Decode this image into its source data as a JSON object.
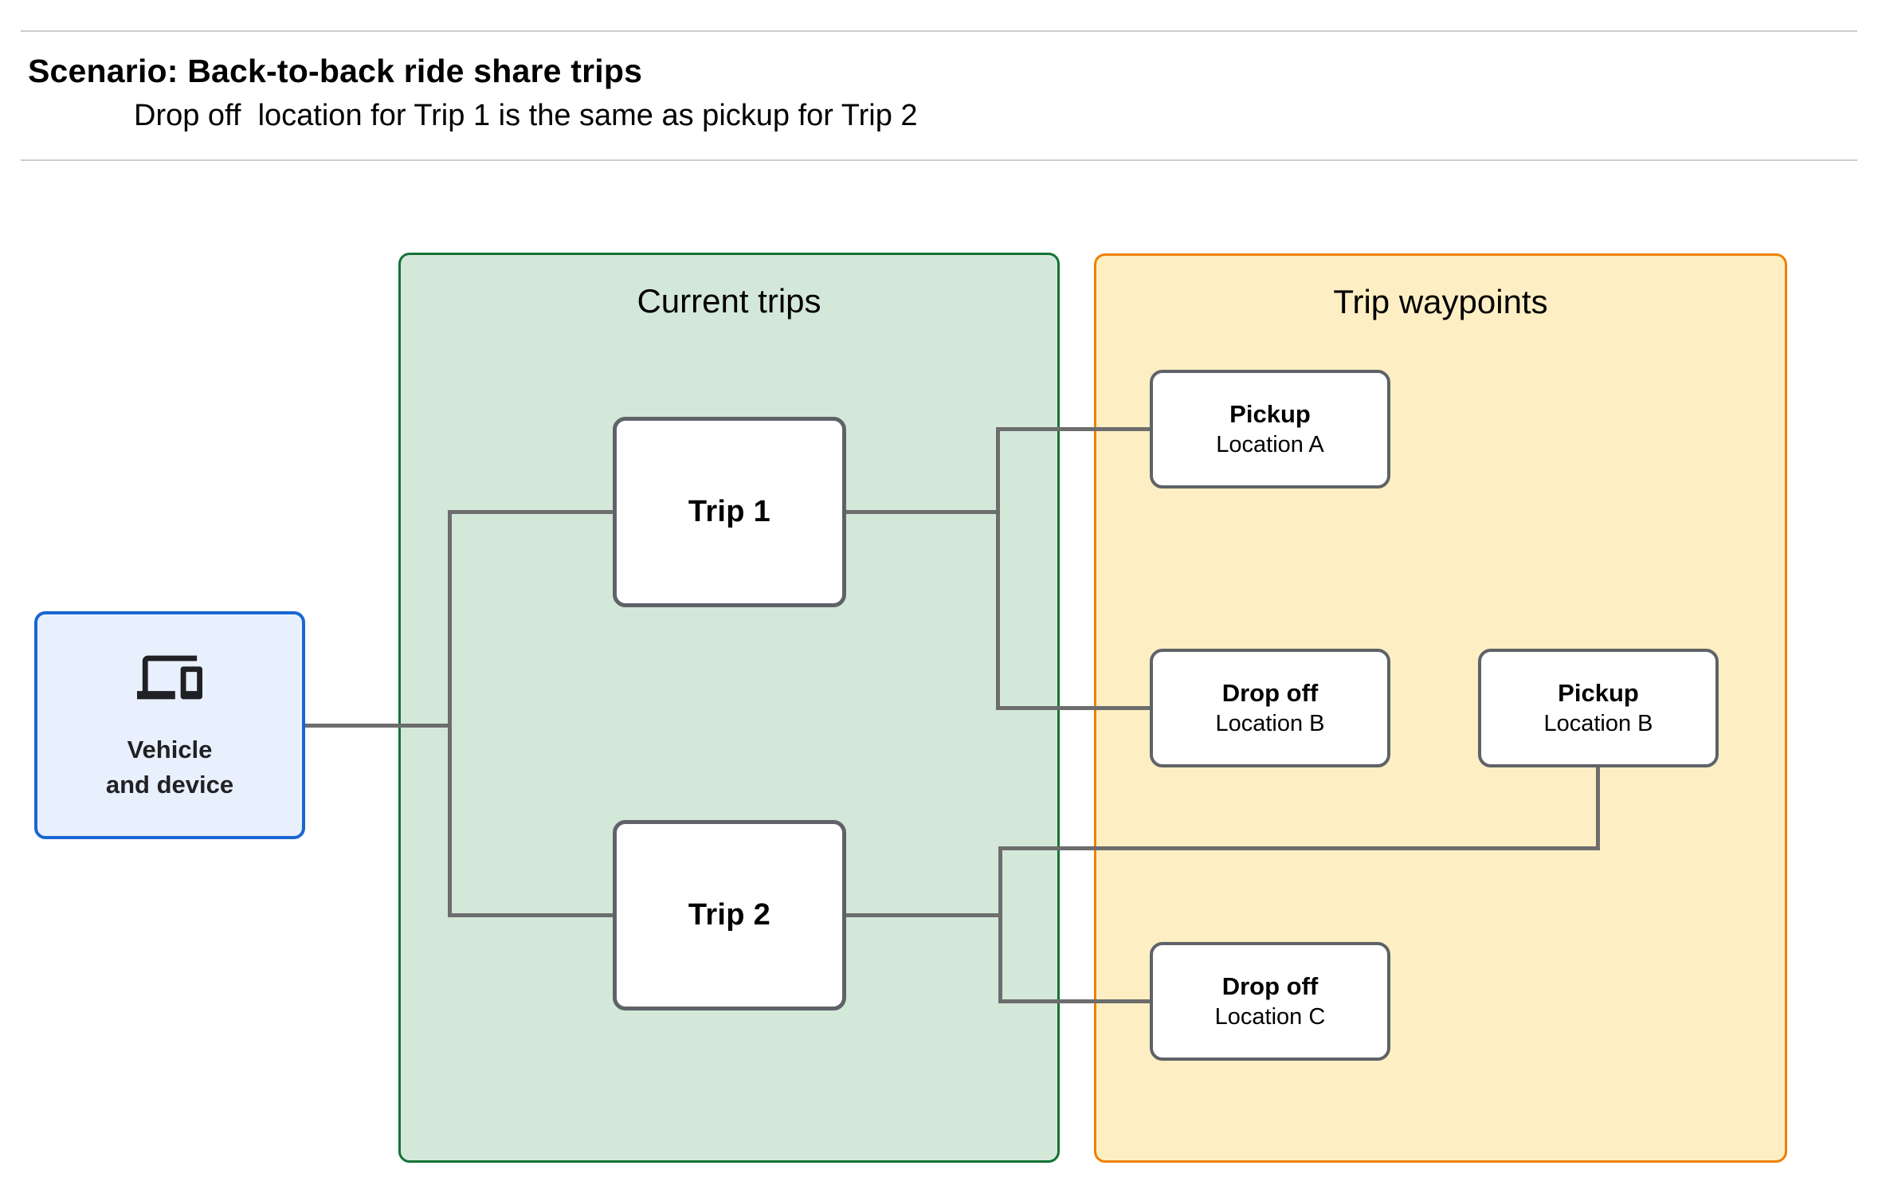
{
  "header": {
    "title": "Scenario: Back-to-back ride share trips",
    "subtitle": "Drop off  location for Trip 1 is the same as pickup for Trip 2"
  },
  "vehicle": {
    "icon": "devices-icon",
    "label_line1": "Vehicle",
    "label_line2": "and device"
  },
  "panels": {
    "current_trips": {
      "title": "Current trips"
    },
    "trip_waypoints": {
      "title": "Trip waypoints"
    }
  },
  "trips": [
    {
      "label": "Trip 1"
    },
    {
      "label": "Trip 2"
    }
  ],
  "waypoints": [
    {
      "title": "Pickup",
      "subtitle": "Location A"
    },
    {
      "title": "Drop off",
      "subtitle": "Location B"
    },
    {
      "title": "Pickup",
      "subtitle": "Location B"
    },
    {
      "title": "Drop off",
      "subtitle": "Location C"
    }
  ],
  "colors": {
    "text": "#000000",
    "vehicle_fill": "#e8f0fe",
    "vehicle_border": "#1967d2",
    "current_trips_fill": "#d4e8da",
    "current_trips_border": "#137333",
    "waypoints_fill": "#fdefc3",
    "waypoints_border": "#ee8100",
    "node_border": "#5f6368",
    "connector": "#6d6d6d"
  }
}
